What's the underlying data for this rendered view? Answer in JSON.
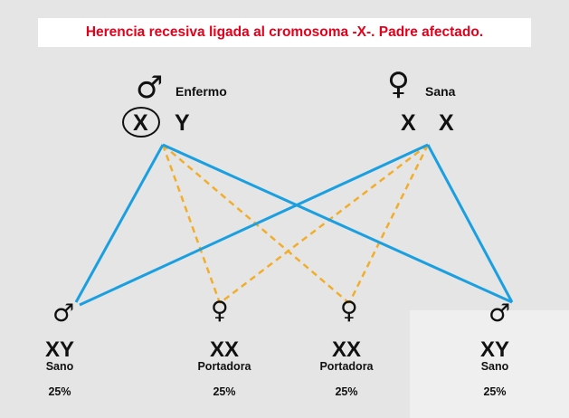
{
  "title": "Herencia recesiva ligada al cromosoma -X-. Padre afectado.",
  "colors": {
    "title_text": "#e4001b",
    "normal_line": "#1a9fe0",
    "carrier_line": "#f2ae2b",
    "background": "#e5e5e5"
  },
  "father": {
    "symbol": "♂",
    "label": "Enfermo",
    "chromosome_x": "X",
    "chromosome_y": "Y",
    "x_circled": true
  },
  "mother": {
    "symbol": "♀",
    "label": "Sana",
    "chromosome_x1": "X",
    "chromosome_x2": "X"
  },
  "offspring": [
    {
      "symbol": "♂",
      "genotype": "XY",
      "status": "Sano",
      "percent": "25%"
    },
    {
      "symbol": "♀",
      "genotype": "XX",
      "status": "Portadora",
      "percent": "25%"
    },
    {
      "symbol": "♀",
      "genotype": "XX",
      "status": "Portadora",
      "percent": "25%"
    },
    {
      "symbol": "♂",
      "genotype": "XY",
      "status": "Sano",
      "percent": "25%"
    }
  ]
}
